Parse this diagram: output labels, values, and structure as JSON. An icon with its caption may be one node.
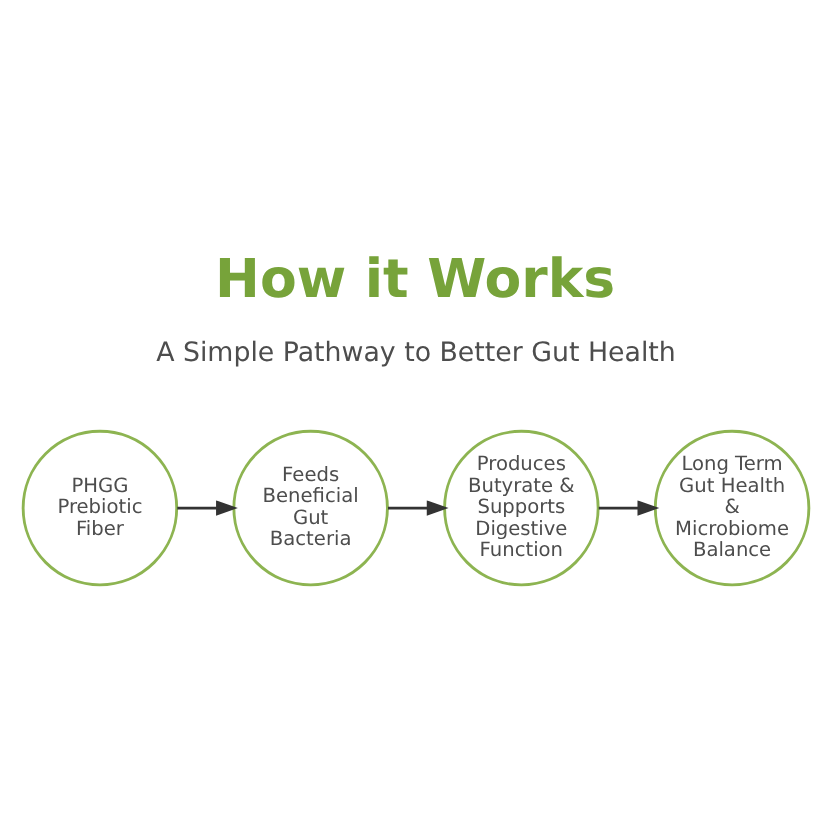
{
  "diagram": {
    "title": "How it Works",
    "nodes": [
      {
        "text": [
          "PHGG Prebiotic Fiber"
        ]
      },
      {
        "text": [
          "Feeds Beneficial Gut Bacteria"
        ]
      },
      {
        "text": [
          "Produces Butyrate & Supports Digestive Function"
        ]
      },
      {
        "text": [
          "Long Term Gut Health & Microbiome Balance"
        ]
      }
    ],
    "edges": [
      {
        "from": 0,
        "to": 1,
        "arrow": "to"
      },
      {
        "from": 1,
        "to": 2,
        "arrow": "to"
      },
      {
        "from": 2,
        "to": 3,
        "arrow": "to"
      }
    ],
    "labels": [
      "A Simple Pathway to Better Gut Health"
    ]
  }
}
